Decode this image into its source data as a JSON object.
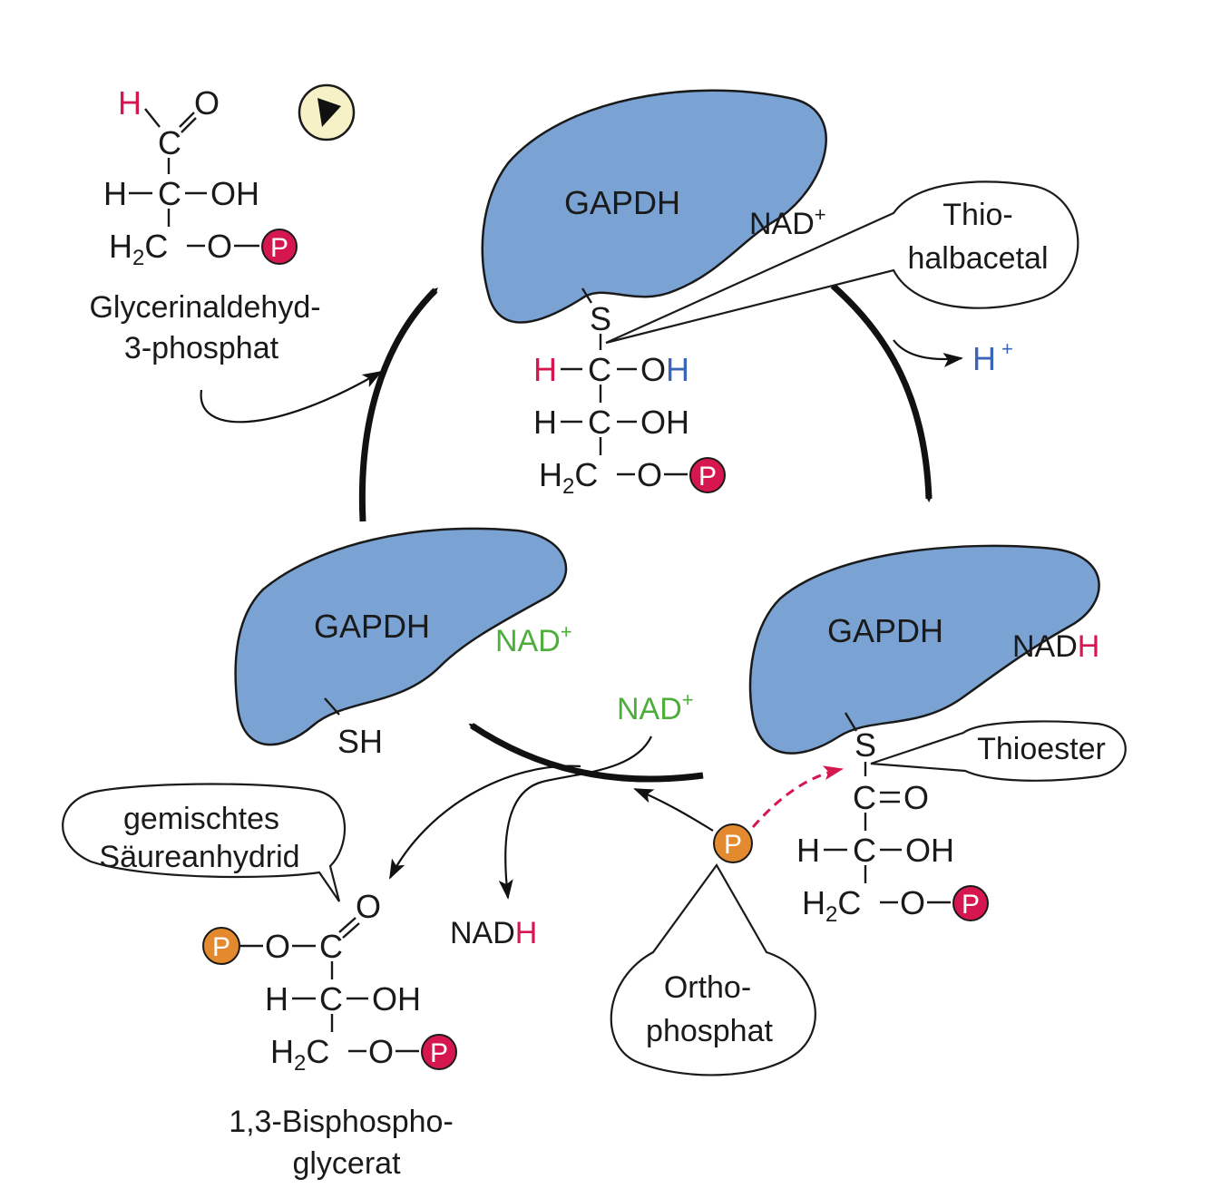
{
  "enzyme": {
    "name": "GAPDH"
  },
  "cofactors": {
    "nad_plus": "NAD",
    "plus_sign": "+",
    "nadh_base": "NAD",
    "nadh_h": "H"
  },
  "atoms": {
    "H": "H",
    "C": "C",
    "O": "O",
    "S": "S",
    "SH": "SH",
    "OH": "OH",
    "H2": "H",
    "sub2": "2",
    "P": "P",
    "dash": "–",
    "eq": "=",
    "proton": "H"
  },
  "labels": {
    "substrate": [
      "Glycerinaldehyd-",
      "3-phosphat"
    ],
    "product": [
      "1,3-Bisphospho-",
      "glycerat"
    ],
    "thiohalbacetal": [
      "Thio-",
      "halbacetal"
    ],
    "thioester": "Thioester",
    "mixed_anhydride": [
      "gemischtes",
      "Säureanhydrid"
    ],
    "orthophosphate": [
      "Ortho-",
      "phosphat"
    ]
  },
  "colors": {
    "enzyme": "#7aa3d4",
    "phosphate_red": "#d6174f",
    "phosphate_orange": "#e38a2e",
    "highlight_red": "#d6174f",
    "highlight_blue": "#3a66b8",
    "highlight_green": "#4eae3c",
    "play_badge": "#f7f1c8"
  },
  "icons": {
    "play_badge": "play-icon"
  }
}
